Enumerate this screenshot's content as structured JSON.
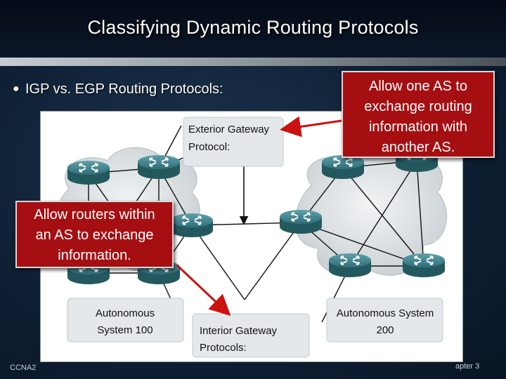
{
  "slide": {
    "title": "Classifying Dynamic Routing Protocols",
    "bullet": "IGP vs. EGP Routing Protocols:",
    "footer_left": "CCNA2 ",
    "footer_right": "apter 3"
  },
  "diagram": {
    "labels": {
      "egp_line1": "Exterior Gateway",
      "egp_line2": "Protocol:",
      "igp_line1": "Interior Gateway",
      "igp_line2": "Protocols:",
      "as100_line1": "Autonomous",
      "as100_line2": "System 100",
      "as200_line1": "Autonomous System",
      "as200_line2": "200"
    }
  },
  "callouts": {
    "egp": [
      "Allow one AS to",
      "exchange routing",
      "information with",
      "another AS."
    ],
    "igp": [
      "Allow routers within",
      "an AS to exchange",
      "information."
    ]
  },
  "colors": {
    "callout_red": "#a50f12",
    "router_teal": "#3b7f8a",
    "cloud_gray": "#d9dde0",
    "arrow_red": "#cc1111"
  }
}
